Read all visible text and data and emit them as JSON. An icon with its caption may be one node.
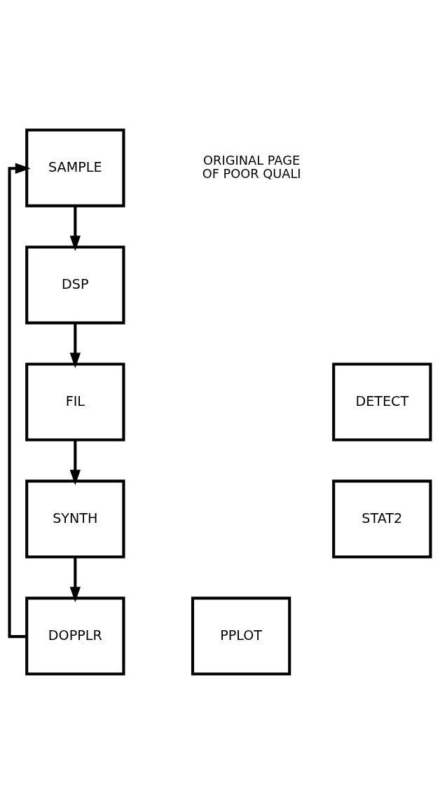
{
  "diagram": {
    "nodes": [
      {
        "text": [
          "SAMPLE"
        ]
      },
      {
        "text": [
          "DSP"
        ]
      },
      {
        "text": [
          "FIL"
        ]
      },
      {
        "text": [
          "SYNTH"
        ]
      },
      {
        "text": [
          "DOPPLR"
        ]
      },
      {
        "text": [
          "DETECT"
        ]
      },
      {
        "text": [
          "STAT2"
        ]
      },
      {
        "text": [
          "PPLOT"
        ]
      }
    ],
    "edges": [
      {
        "from": 0,
        "to": 1,
        "arrow": "to"
      },
      {
        "from": 1,
        "to": 2,
        "arrow": "to"
      },
      {
        "from": 2,
        "to": 3,
        "arrow": "to"
      },
      {
        "from": 3,
        "to": 4,
        "arrow": "to"
      },
      {
        "from": 4,
        "to": 0,
        "arrow": "to"
      }
    ],
    "labels": [
      "ORIGINAL PAGE",
      "OF POOR QUALI"
    ]
  }
}
